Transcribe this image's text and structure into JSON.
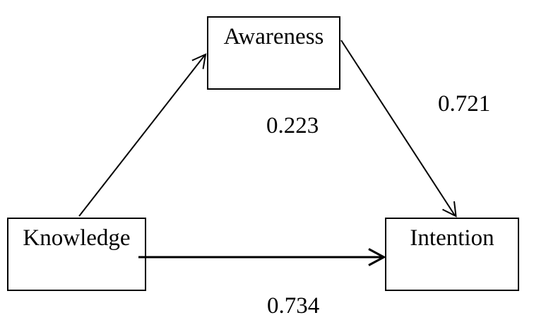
{
  "diagram": {
    "title": "mediation-path-model",
    "background_color": "#ffffff",
    "line_color": "#000000",
    "nodes": [
      {
        "id": "knowledge",
        "label": "Knowledge"
      },
      {
        "id": "awareness",
        "label": "Awareness"
      },
      {
        "id": "intention",
        "label": "Intention"
      }
    ],
    "edges": [
      {
        "from": "knowledge",
        "to": "awareness",
        "label": "0.223"
      },
      {
        "from": "awareness",
        "to": "intention",
        "label": "0.721"
      },
      {
        "from": "knowledge",
        "to": "intention",
        "label": "0.734"
      }
    ]
  }
}
